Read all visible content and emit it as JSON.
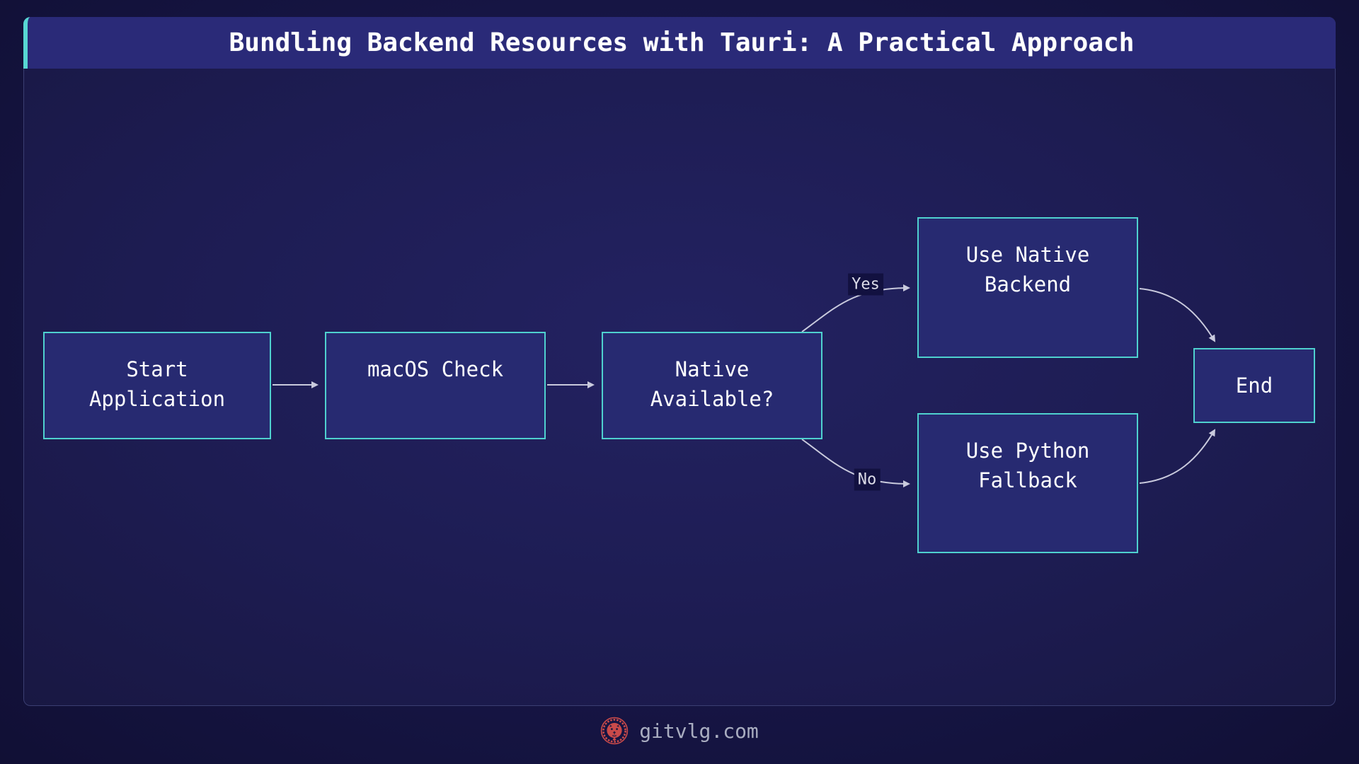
{
  "header": {
    "title": "Bundling Backend Resources with Tauri: A Practical Approach"
  },
  "diagram": {
    "type": "flowchart",
    "direction": "left-to-right",
    "nodes": [
      {
        "id": "start",
        "label": "Start Application",
        "lines": [
          "Start",
          "Application"
        ]
      },
      {
        "id": "macos_check",
        "label": "macOS Check",
        "lines": [
          "macOS Check"
        ]
      },
      {
        "id": "native_available",
        "label": "Native Available?",
        "lines": [
          "Native",
          "Available?"
        ]
      },
      {
        "id": "use_native",
        "label": "Use Native Backend",
        "lines": [
          "Use Native",
          "Backend"
        ]
      },
      {
        "id": "use_python",
        "label": "Use Python Fallback",
        "lines": [
          "Use Python",
          "Fallback"
        ]
      },
      {
        "id": "end",
        "label": "End",
        "lines": [
          "End"
        ]
      }
    ],
    "edges": [
      {
        "from": "start",
        "to": "macos_check",
        "label": ""
      },
      {
        "from": "macos_check",
        "to": "native_available",
        "label": ""
      },
      {
        "from": "native_available",
        "to": "use_native",
        "label": "Yes"
      },
      {
        "from": "native_available",
        "to": "use_python",
        "label": "No"
      },
      {
        "from": "use_native",
        "to": "end",
        "label": ""
      },
      {
        "from": "use_python",
        "to": "end",
        "label": ""
      }
    ]
  },
  "footer": {
    "brand": "gitvlg.com",
    "logo_icon": "lion-emblem-icon"
  },
  "colors": {
    "accent_teal": "#57d7d3",
    "node_border": "#4fd1cf",
    "node_fill": "#272a71",
    "titlebar_bg": "#2a2a78",
    "panel_bg": "#1d1c52",
    "page_bg": "#131138",
    "edge_stroke": "#c9cadd",
    "edge_label_bg": "#121140",
    "text_white": "#ffffff",
    "footer_text": "#a9adc0",
    "logo_red": "#c94a4a"
  }
}
